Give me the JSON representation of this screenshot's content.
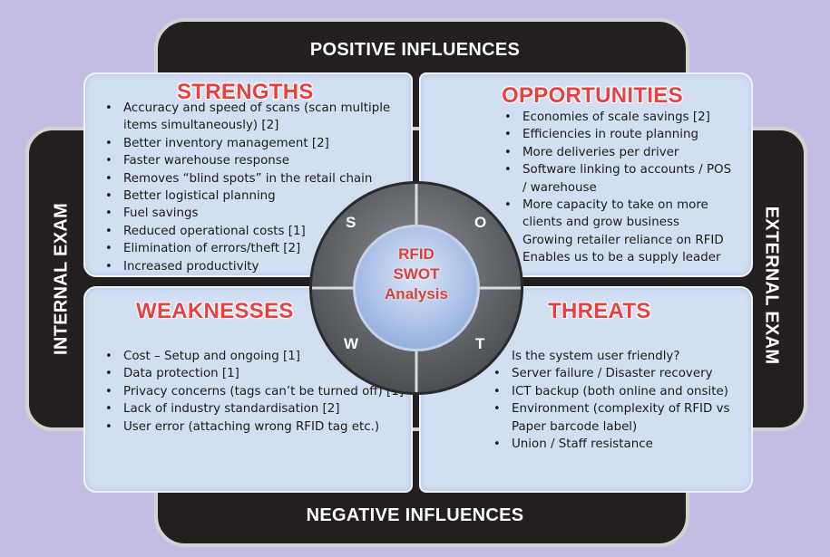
{
  "bands": {
    "top": "POSITIVE INFLUENCES",
    "bottom": "NEGATIVE INFLUENCES",
    "left": "INTERNAL EXAM",
    "right": "EXTERNAL EXAM"
  },
  "center": {
    "line1": "RFID",
    "line2": "SWOT",
    "line3": "Analysis",
    "letters": {
      "s": "S",
      "o": "O",
      "w": "W",
      "t": "T"
    }
  },
  "strengths": {
    "title": "STRENGTHS",
    "items": [
      "Accuracy and speed of scans (scan multiple items simultaneously) [2]",
      "Better inventory management [2]",
      "Faster warehouse response",
      "Removes “blind spots” in the retail chain",
      "Better logistical planning",
      "Fuel savings",
      "Reduced operational costs [1]",
      "Elimination of errors/theft [2]",
      "Increased productivity"
    ]
  },
  "opportunities": {
    "title": "OPPORTUNITIES",
    "items": [
      "Economies of scale savings [2]",
      "Efficiencies in route planning",
      "More deliveries per driver",
      "Software linking to accounts / POS / warehouse",
      "More capacity to take on more clients and grow business",
      "Growing retailer reliance on RFID",
      "Enables us to be a supply leader"
    ]
  },
  "weaknesses": {
    "title": "WEAKNESSES",
    "items": [
      "Cost – Setup and ongoing [1]",
      "Data protection  [1]",
      "Privacy concerns (tags can’t be turned off) [1]",
      "Lack of industry standardisation [2]",
      "User error (attaching wrong RFID tag etc.)"
    ]
  },
  "threats": {
    "title": "THREATS",
    "items": [
      "Is the system user friendly?",
      "Server failure / Disaster recovery",
      "ICT backup (both online and onsite)",
      "Environment (complexity of RFID vs Paper barcode label)",
      "Union / Staff resistance"
    ]
  }
}
